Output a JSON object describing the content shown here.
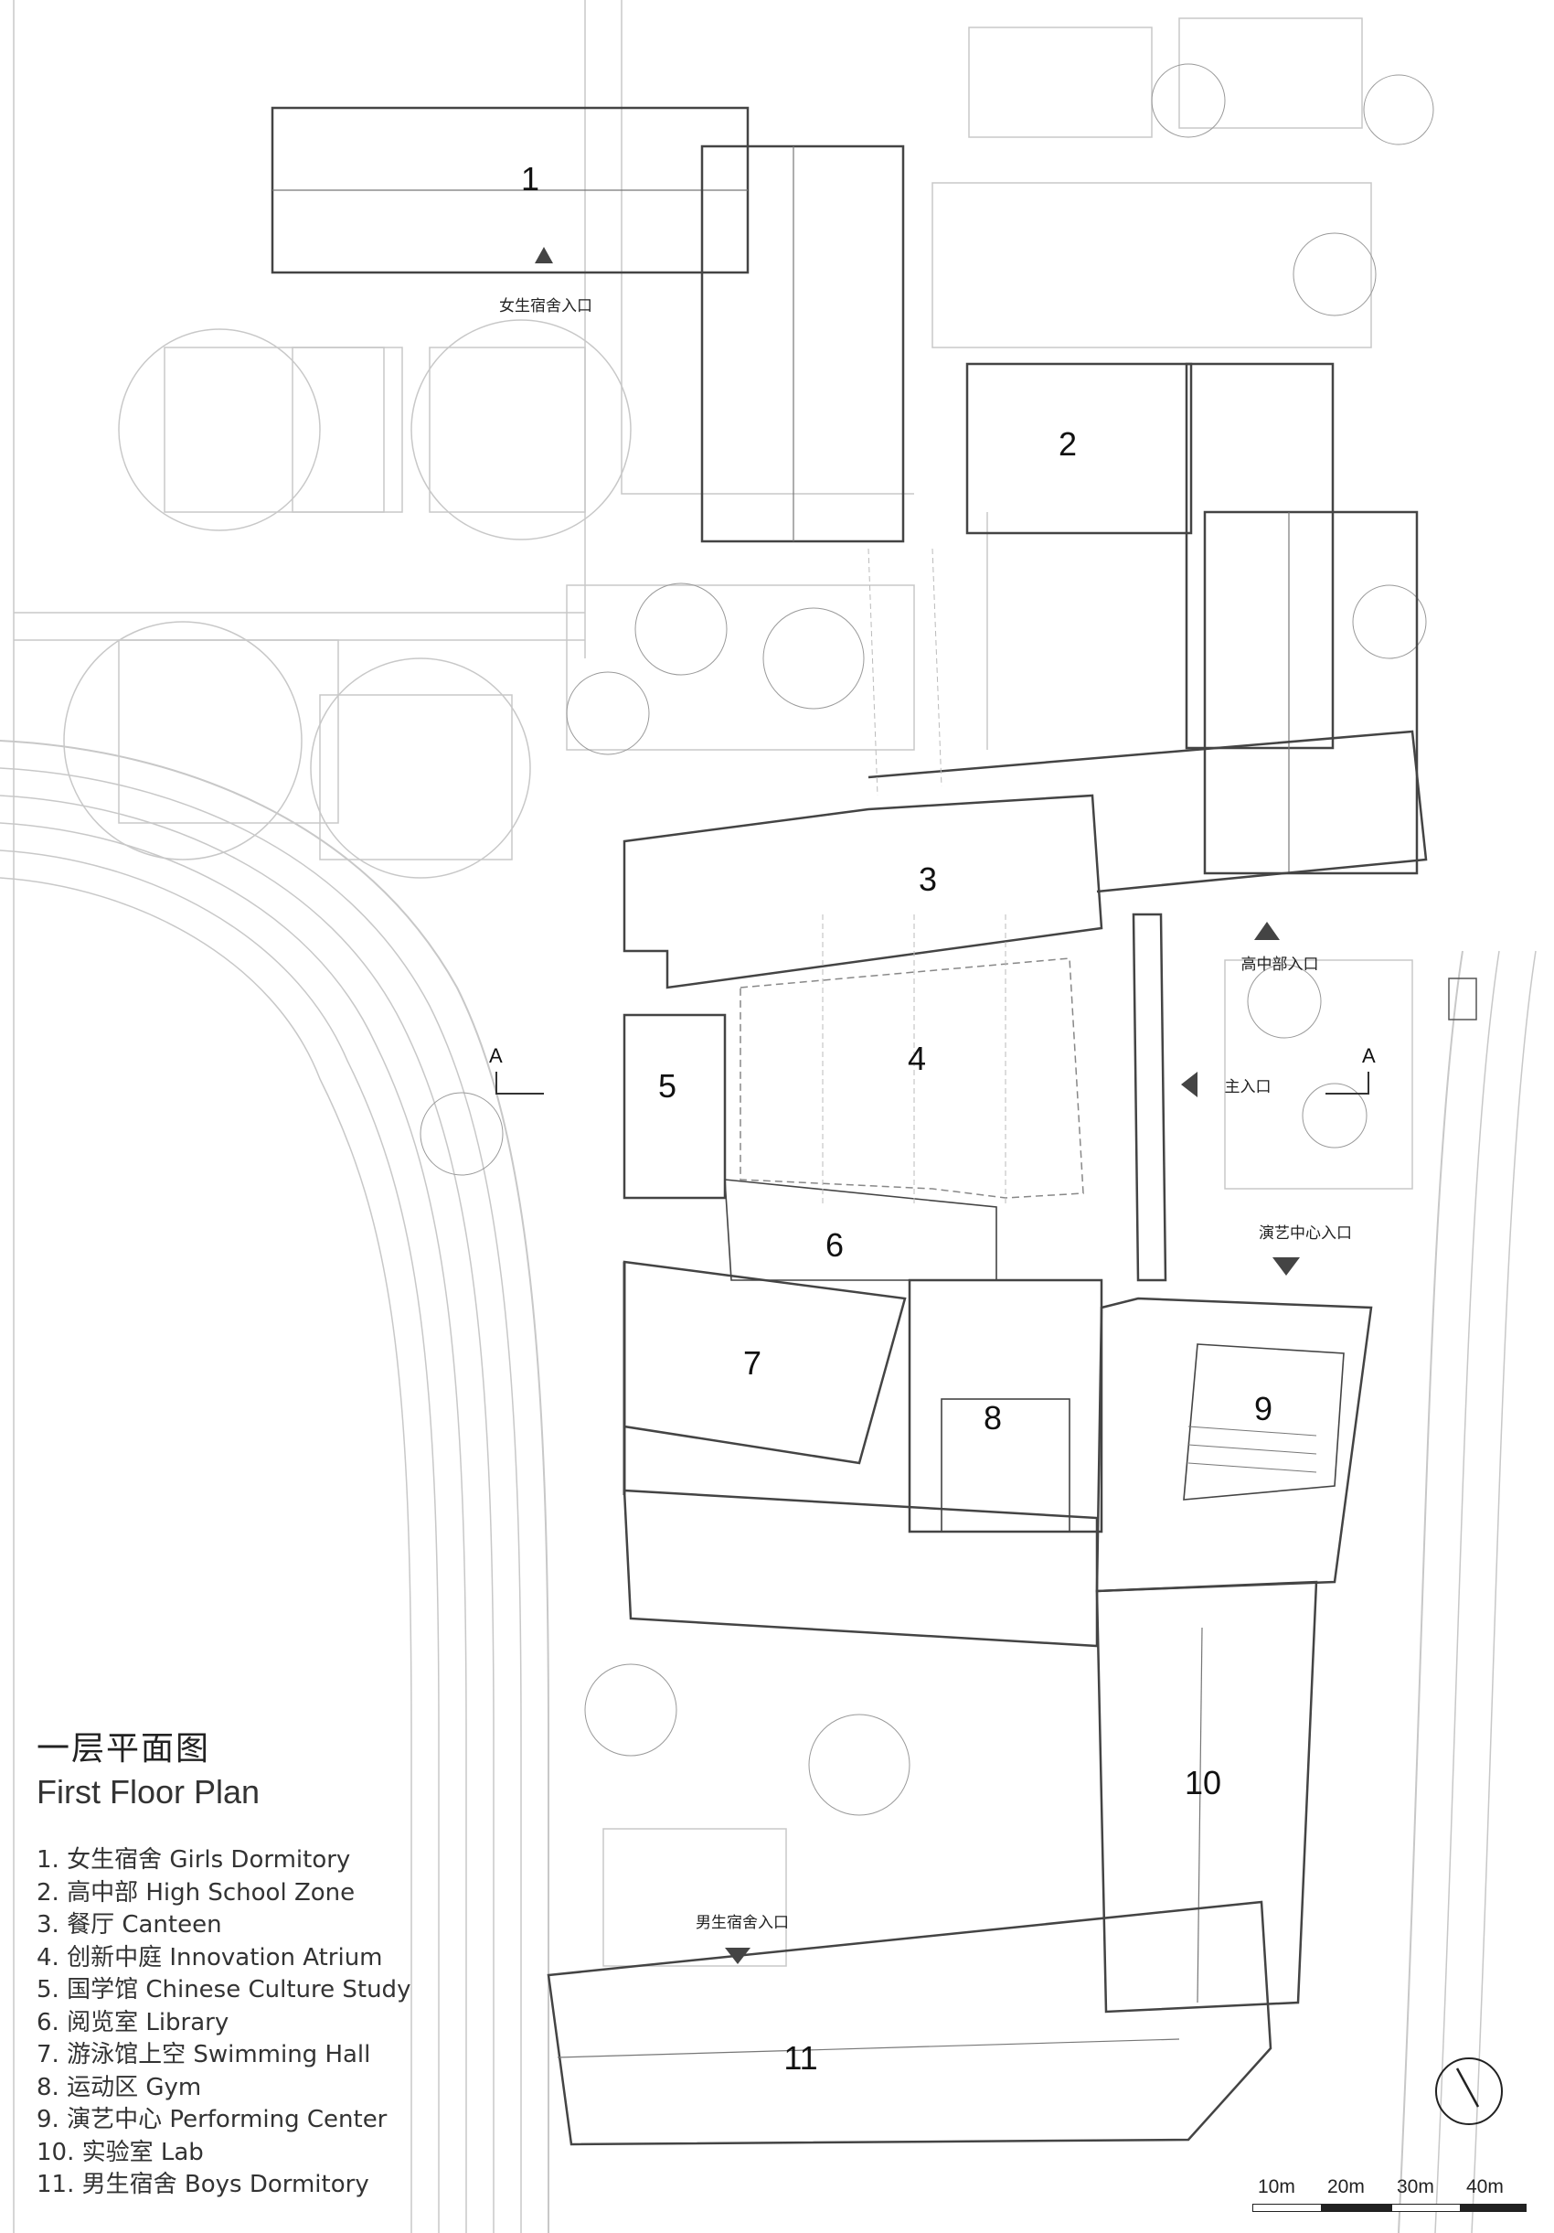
{
  "plan": {
    "rooms": [
      "1",
      "2",
      "3",
      "4",
      "5",
      "6",
      "7",
      "8",
      "9",
      "10",
      "11"
    ],
    "entrances": {
      "girls_dorm": "女生宿舍入口",
      "high_school": "高中部入口",
      "main": "主入口",
      "performing": "演艺中心入口",
      "boys_dorm": "男生宿舍入口"
    },
    "section_marks": [
      "A",
      "A"
    ]
  },
  "legend": {
    "title_cn": "一层平面图",
    "title_en": "First Floor Plan",
    "items": [
      "1. 女生宿舍 Girls Dormitory",
      "2. 高中部 High School Zone",
      "3. 餐厅 Canteen",
      "4. 创新中庭 Innovation Atrium",
      "5. 国学馆 Chinese Culture Study",
      "6. 阅览室 Library",
      "7. 游泳馆上空 Swimming Hall",
      "8. 运动区 Gym",
      "9. 演艺中心 Performing Center",
      "10.  实验室 Lab",
      "11.  男生宿舍 Boys Dormitory"
    ]
  },
  "scale_bar": [
    "10m",
    "20m",
    "30m",
    "40m"
  ],
  "north_arrow_icon": "north-arrow-icon"
}
